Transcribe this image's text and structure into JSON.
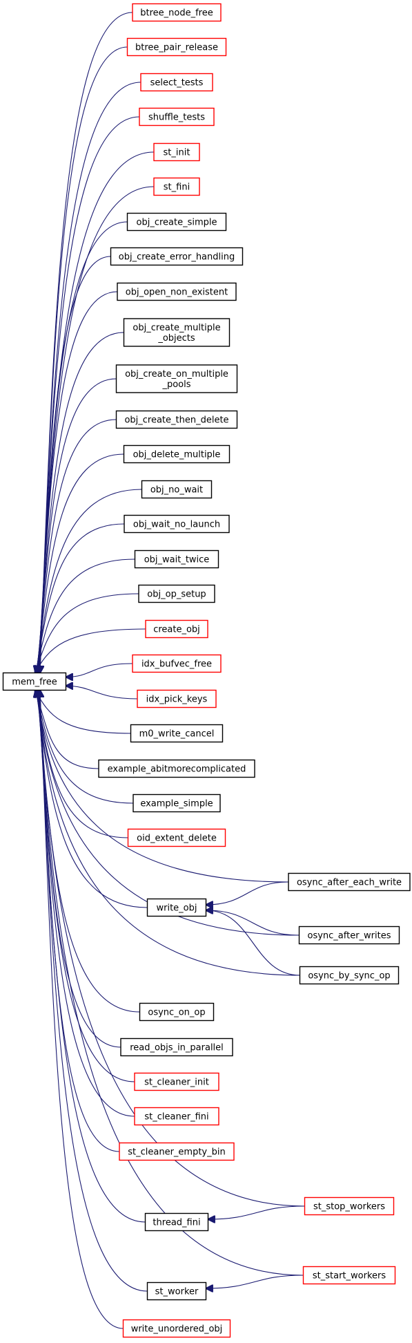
{
  "colors": {
    "edge": "#191970",
    "root_fill": "#bfbfbf",
    "border_normal": "#000000",
    "border_truncated": "#ff0000"
  },
  "root": {
    "id": "mem_free",
    "label": "mem_free"
  },
  "nodes": [
    {
      "id": "btree_node_free",
      "label": "btree_node_free",
      "border": "red"
    },
    {
      "id": "btree_pair_release",
      "label": "btree_pair_release",
      "border": "red"
    },
    {
      "id": "select_tests",
      "label": "select_tests",
      "border": "red"
    },
    {
      "id": "shuffle_tests",
      "label": "shuffle_tests",
      "border": "red"
    },
    {
      "id": "st_init",
      "label": "st_init",
      "border": "red"
    },
    {
      "id": "st_fini",
      "label": "st_fini",
      "border": "red"
    },
    {
      "id": "obj_create_simple",
      "label": "obj_create_simple",
      "border": "black"
    },
    {
      "id": "obj_create_error_handling",
      "label": "obj_create_error_handling",
      "border": "black"
    },
    {
      "id": "obj_open_non_existent",
      "label": "obj_open_non_existent",
      "border": "black"
    },
    {
      "id": "obj_create_multiple_objects",
      "label": [
        "obj_create_multiple",
        "_objects"
      ],
      "border": "black"
    },
    {
      "id": "obj_create_on_multiple_pools",
      "label": [
        "obj_create_on_multiple",
        "_pools"
      ],
      "border": "black"
    },
    {
      "id": "obj_create_then_delete",
      "label": "obj_create_then_delete",
      "border": "black"
    },
    {
      "id": "obj_delete_multiple",
      "label": "obj_delete_multiple",
      "border": "black"
    },
    {
      "id": "obj_no_wait",
      "label": "obj_no_wait",
      "border": "black"
    },
    {
      "id": "obj_wait_no_launch",
      "label": "obj_wait_no_launch",
      "border": "black"
    },
    {
      "id": "obj_wait_twice",
      "label": "obj_wait_twice",
      "border": "black"
    },
    {
      "id": "obj_op_setup",
      "label": "obj_op_setup",
      "border": "black"
    },
    {
      "id": "create_obj",
      "label": "create_obj",
      "border": "red"
    },
    {
      "id": "idx_bufvec_free",
      "label": "idx_bufvec_free",
      "border": "red"
    },
    {
      "id": "idx_pick_keys",
      "label": "idx_pick_keys",
      "border": "red"
    },
    {
      "id": "m0_write_cancel",
      "label": "m0_write_cancel",
      "border": "black"
    },
    {
      "id": "example_abitmorecomplicated",
      "label": "example_abitmorecomplicated",
      "border": "black"
    },
    {
      "id": "example_simple",
      "label": "example_simple",
      "border": "black"
    },
    {
      "id": "oid_extent_delete",
      "label": "oid_extent_delete",
      "border": "red"
    },
    {
      "id": "osync_after_each_write",
      "label": "osync_after_each_write",
      "border": "black"
    },
    {
      "id": "write_obj",
      "label": "write_obj",
      "border": "black"
    },
    {
      "id": "osync_after_writes",
      "label": "osync_after_writes",
      "border": "black"
    },
    {
      "id": "osync_by_sync_op",
      "label": "osync_by_sync_op",
      "border": "black"
    },
    {
      "id": "osync_on_op",
      "label": "osync_on_op",
      "border": "black"
    },
    {
      "id": "read_objs_in_parallel",
      "label": "read_objs_in_parallel",
      "border": "black"
    },
    {
      "id": "st_cleaner_init",
      "label": "st_cleaner_init",
      "border": "red"
    },
    {
      "id": "st_cleaner_fini",
      "label": "st_cleaner_fini",
      "border": "red"
    },
    {
      "id": "st_cleaner_empty_bin",
      "label": "st_cleaner_empty_bin",
      "border": "red"
    },
    {
      "id": "st_stop_workers",
      "label": "st_stop_workers",
      "border": "red"
    },
    {
      "id": "thread_fini",
      "label": "thread_fini",
      "border": "black"
    },
    {
      "id": "st_start_workers",
      "label": "st_start_workers",
      "border": "red"
    },
    {
      "id": "st_worker",
      "label": "st_worker",
      "border": "black"
    },
    {
      "id": "write_unordered_obj",
      "label": "write_unordered_obj",
      "border": "red"
    }
  ],
  "edges": [
    [
      "btree_node_free",
      "mem_free"
    ],
    [
      "btree_pair_release",
      "mem_free"
    ],
    [
      "select_tests",
      "mem_free"
    ],
    [
      "shuffle_tests",
      "mem_free"
    ],
    [
      "st_init",
      "mem_free"
    ],
    [
      "st_fini",
      "mem_free"
    ],
    [
      "obj_create_simple",
      "mem_free"
    ],
    [
      "obj_create_error_handling",
      "mem_free"
    ],
    [
      "obj_open_non_existent",
      "mem_free"
    ],
    [
      "obj_create_multiple_objects",
      "mem_free"
    ],
    [
      "obj_create_on_multiple_pools",
      "mem_free"
    ],
    [
      "obj_create_then_delete",
      "mem_free"
    ],
    [
      "obj_delete_multiple",
      "mem_free"
    ],
    [
      "obj_no_wait",
      "mem_free"
    ],
    [
      "obj_wait_no_launch",
      "mem_free"
    ],
    [
      "obj_wait_twice",
      "mem_free"
    ],
    [
      "obj_op_setup",
      "mem_free"
    ],
    [
      "create_obj",
      "mem_free"
    ],
    [
      "idx_bufvec_free",
      "mem_free"
    ],
    [
      "idx_pick_keys",
      "mem_free"
    ],
    [
      "m0_write_cancel",
      "mem_free"
    ],
    [
      "example_abitmorecomplicated",
      "mem_free"
    ],
    [
      "example_simple",
      "mem_free"
    ],
    [
      "oid_extent_delete",
      "mem_free"
    ],
    [
      "osync_after_each_write",
      "mem_free"
    ],
    [
      "write_obj",
      "mem_free"
    ],
    [
      "osync_after_writes",
      "mem_free"
    ],
    [
      "osync_by_sync_op",
      "mem_free"
    ],
    [
      "osync_on_op",
      "mem_free"
    ],
    [
      "read_objs_in_parallel",
      "mem_free"
    ],
    [
      "st_cleaner_init",
      "mem_free"
    ],
    [
      "st_cleaner_fini",
      "mem_free"
    ],
    [
      "st_cleaner_empty_bin",
      "mem_free"
    ],
    [
      "st_stop_workers",
      "mem_free"
    ],
    [
      "thread_fini",
      "mem_free"
    ],
    [
      "st_start_workers",
      "mem_free"
    ],
    [
      "st_worker",
      "mem_free"
    ],
    [
      "write_unordered_obj",
      "mem_free"
    ],
    [
      "osync_after_each_write",
      "write_obj"
    ],
    [
      "osync_after_writes",
      "write_obj"
    ],
    [
      "osync_by_sync_op",
      "write_obj"
    ],
    [
      "st_stop_workers",
      "thread_fini"
    ],
    [
      "st_start_workers",
      "st_worker"
    ]
  ]
}
